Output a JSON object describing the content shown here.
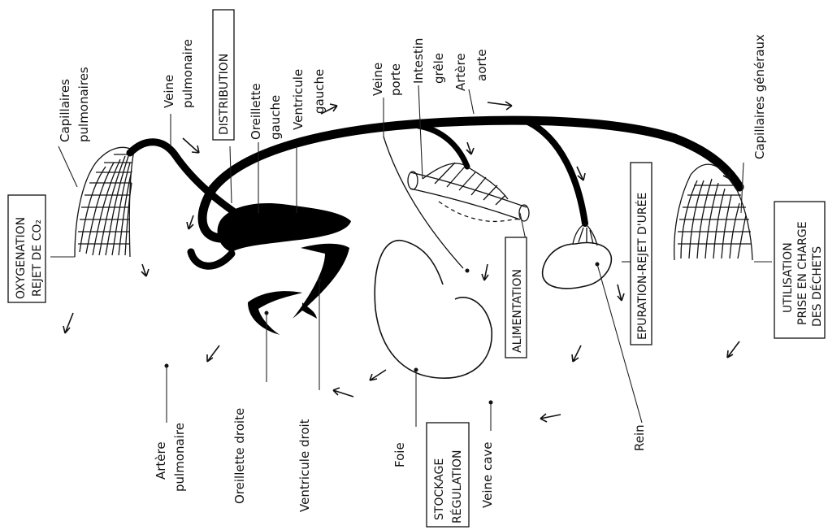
{
  "labels": {
    "capillaires_pulmonaires": [
      "Capillaires",
      "pulmonaires"
    ],
    "veine_pulmonaire": [
      "Veine",
      "pulmonaire"
    ],
    "distribution": "DISTRIBUTION",
    "oreillette_gauche": [
      "Oreillette",
      "gauche"
    ],
    "ventricule_gauche": [
      "Ventricule",
      "gauche"
    ],
    "veine_porte": [
      "Veine",
      "porte"
    ],
    "intestin_grele": [
      "Intestin",
      "grêle"
    ],
    "artere_aorte": [
      "Artère",
      "aorte"
    ],
    "capillaires_generaux": "Capillaires généraux",
    "oxygenation": [
      "OXYGENATION",
      "REJET DE CO₂"
    ],
    "alimentation": "ALIMENTATION",
    "epuration": "EPURATION-REJET D'URÉE",
    "utilisation": [
      "UTILISATION",
      "PRISE EN CHARGE",
      "DES DÉCHETS"
    ],
    "artere_pulmonaire": [
      "Artère",
      "pulmonaire"
    ],
    "oreillette_droite": "Oreillette droite",
    "ventricule_droit": "Ventricule droit",
    "foie": "Foie",
    "stockage": [
      "STOCKAGE",
      "RÉGULATION"
    ],
    "veine_cave": "Veine cave",
    "rein": "Rein"
  }
}
